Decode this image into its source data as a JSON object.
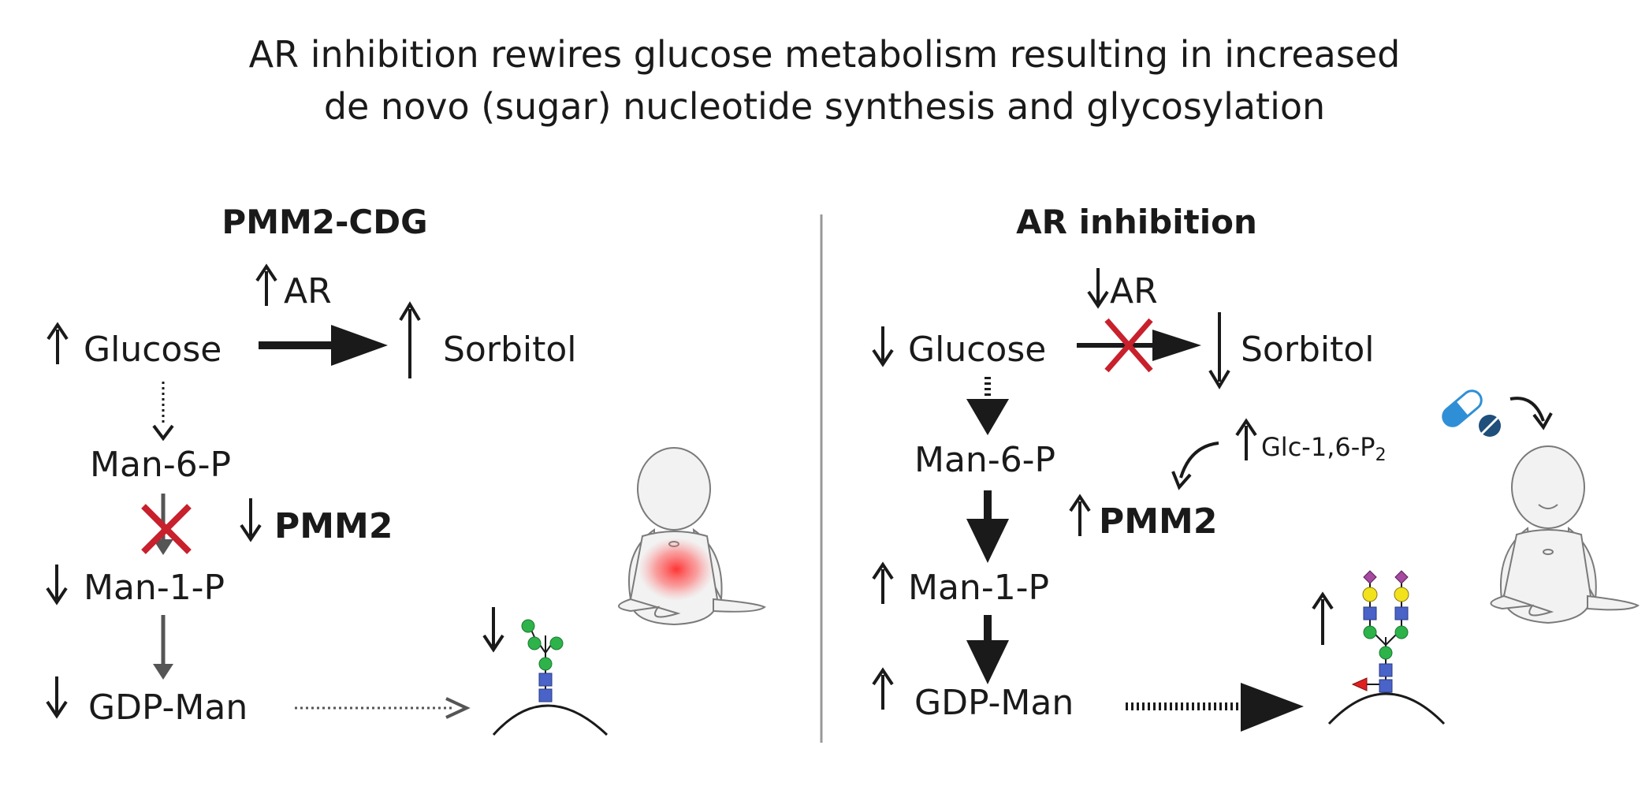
{
  "title": {
    "line1": "AR inhibition rewires glucose metabolism resulting in increased",
    "line2": "de novo (sugar) nucleotide synthesis and glycosylation"
  },
  "left_panel": {
    "heading": "PMM2-CDG",
    "enzyme_ar": "AR",
    "glucose": "Glucose",
    "sorbitol": "Sorbitol",
    "man6p": "Man-6-P",
    "pmm2": "PMM2",
    "man1p": "Man-1-P",
    "gdpman": "GDP-Man"
  },
  "right_panel": {
    "heading": "AR inhibition",
    "enzyme_ar": "AR",
    "glucose": "Glucose",
    "sorbitol": "Sorbitol",
    "man6p": "Man-6-P",
    "glc16p2": "Glc-1,6-P",
    "glc16p2_sub": "2",
    "pmm2": "PMM2",
    "man1p": "Man-1-P",
    "gdpman": "GDP-Man"
  },
  "colors": {
    "text": "#1a1a1a",
    "gray_arrow": "#555555",
    "block_cross": "#c8202c",
    "red_glow": "#ff3b3b",
    "mannose_green": "#2db34a",
    "glcnac_blue": "#4a63c9",
    "galactose_yellow": "#f2e21c",
    "sialic_purple": "#a54aa0",
    "fucose_red": "#e02020",
    "pill_blue": "#2f8fd6",
    "tablet_navy": "#1f4f7a",
    "baby_skin": "#f2f2f2",
    "divider": "#999999"
  },
  "icons": [
    "up-arrow-icon",
    "down-arrow-icon",
    "block-cross-icon",
    "baby-icon",
    "pill-icon",
    "glycan-icon",
    "cell-membrane-icon"
  ]
}
